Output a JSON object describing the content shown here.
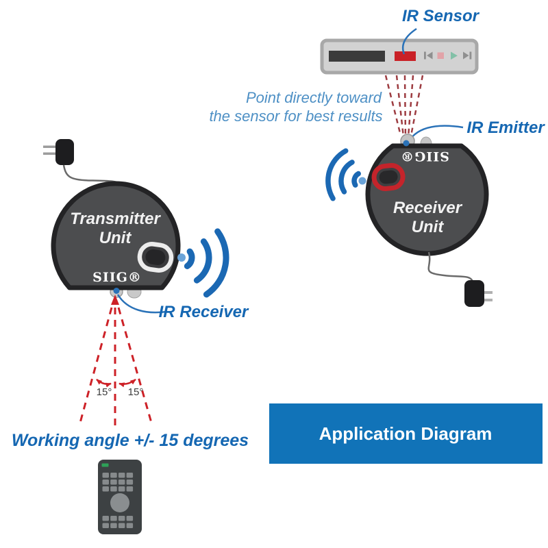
{
  "title": "Application Diagram",
  "labels": {
    "ir_sensor": "IR Sensor",
    "ir_emitter": "IR Emitter",
    "ir_receiver": "IR Receiver",
    "note_line1": "Point directly toward",
    "note_line2": "the sensor for best results",
    "working_angle": "Working angle +/- 15 degrees",
    "angle_left": "15°",
    "angle_right": "15°",
    "banner": "Application Diagram"
  },
  "transmitter": {
    "name_line1": "Transmitter",
    "name_line2": "Unit",
    "brand": "SIIG®"
  },
  "receiver": {
    "name_line1": "Receiver",
    "name_line2": "Unit",
    "brand": "SIIG®"
  },
  "media_player": {
    "icons": [
      "skip-back-icon",
      "stop-icon",
      "play-icon",
      "skip-forward-icon"
    ]
  },
  "colors": {
    "label_blue": "#1567b2",
    "note_blue": "#4e90c5",
    "connector_blue": "#2a72b8",
    "wifi_blue": "#1b68b3",
    "wifi_dot_blue": "#6aa3d8",
    "beam_maroon": "#9d3c41",
    "angle_red": "#cd2127",
    "banner_blue": "#1173b8",
    "device_gray": "#4c4d4f",
    "device_border": "#232325",
    "port_ring_red": "#c4242b",
    "port_ring_white": "#ececec"
  }
}
